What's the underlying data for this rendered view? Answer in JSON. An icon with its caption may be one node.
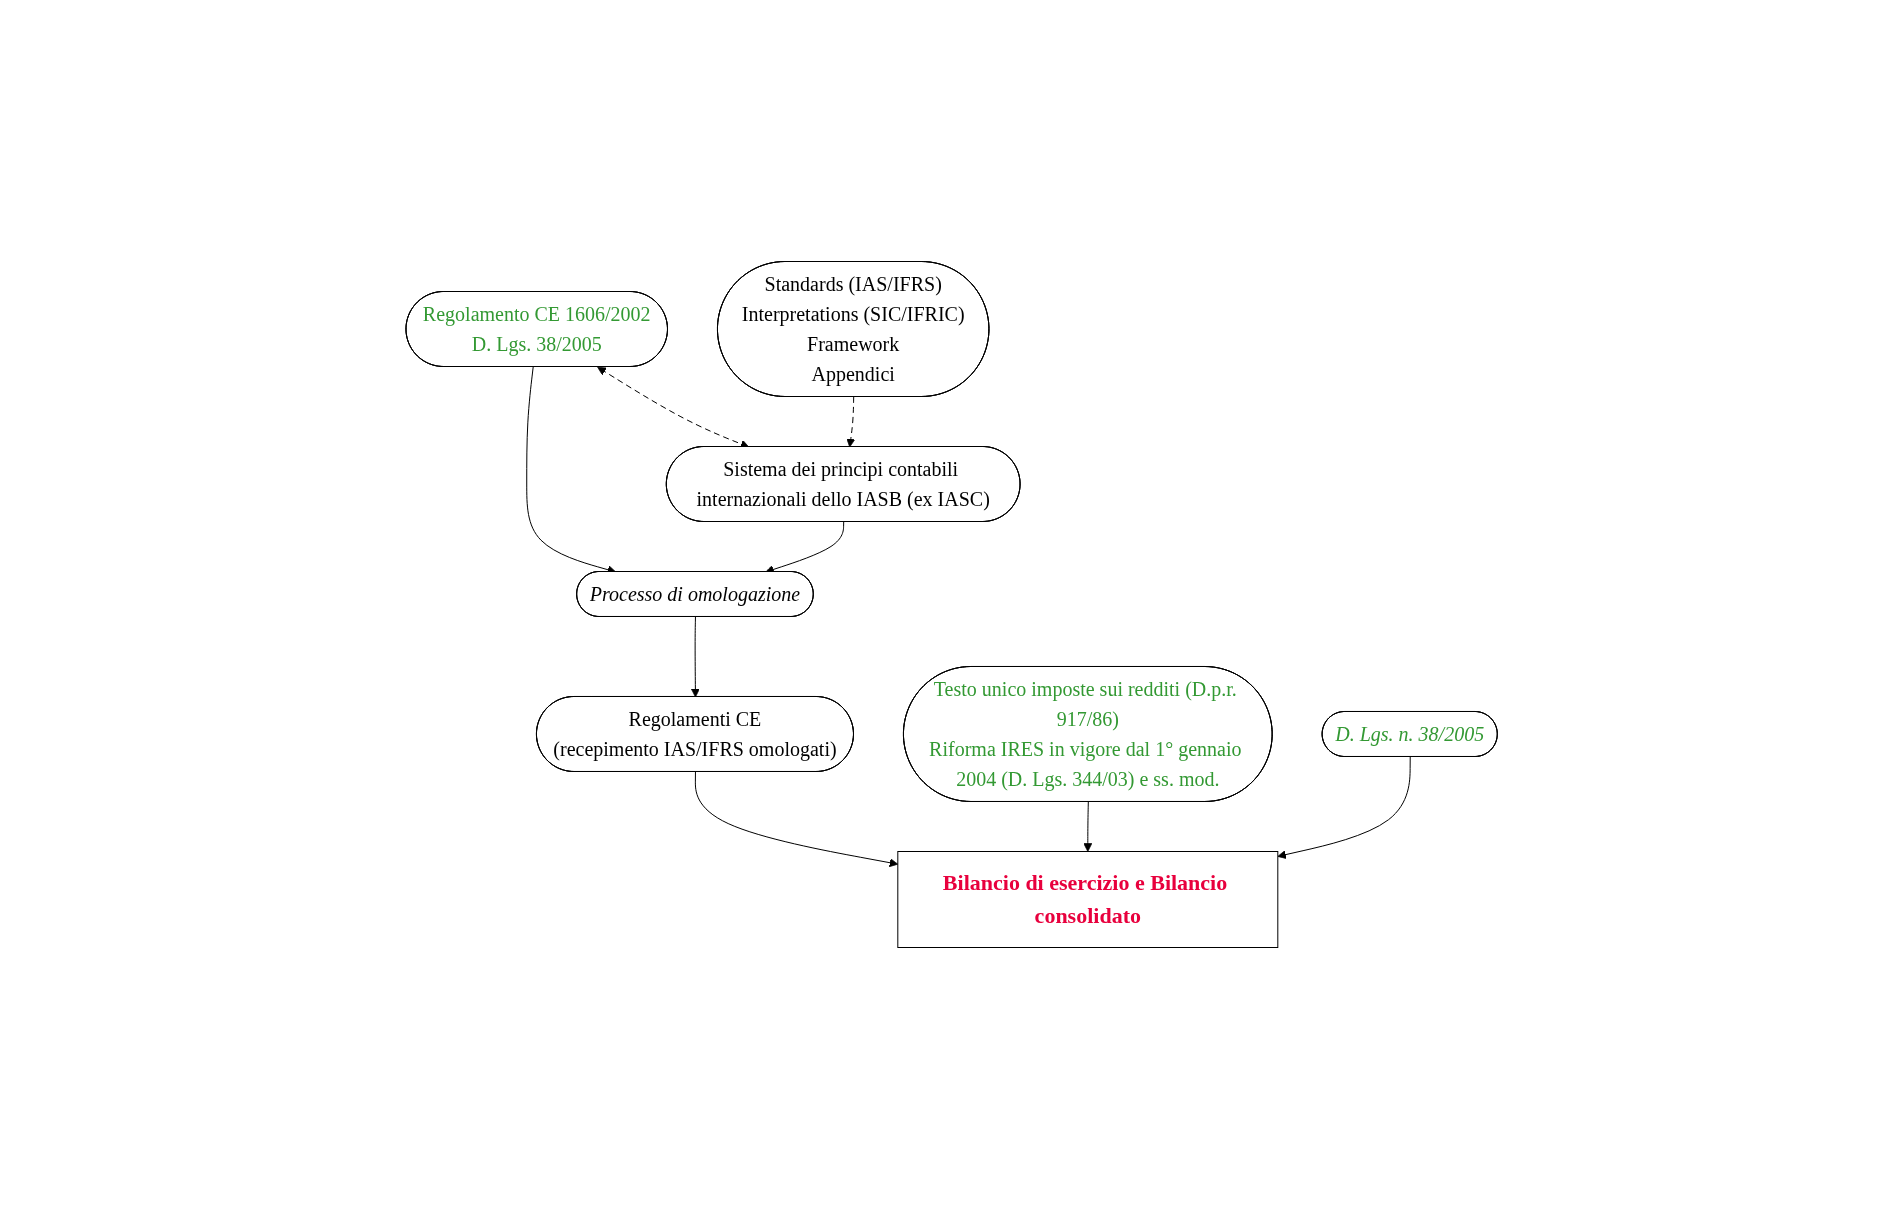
{
  "diagram": {
    "nodes": [
      {
        "text": [
          "Regolamento CE 1606/2002",
          "D. Lgs. 38/2005"
        ]
      },
      {
        "text": [
          "Sistema dei principi contabili internazionali dello IASB (ex IASC)"
        ]
      },
      {
        "text": [
          "Processo di omologazione"
        ]
      },
      {
        "text": [
          "Regolamenti CE",
          "(recepimento IAS/IFRS omologati)"
        ]
      },
      {
        "text": [
          "Standards (IAS/IFRS)",
          "Interpretations (SIC/IFRIC)",
          "Framework",
          "Appendici"
        ]
      },
      {
        "text": [
          "Bilancio di esercizio e Bilancio consolidato"
        ]
      },
      {
        "text": [
          "Testo unico imposte sui redditi (D.p.r. 917/86)",
          "Riforma IRES in vigore dal 1° gennaio 2004 (D. Lgs. 344/03) e ss. mod."
        ]
      },
      {
        "text": [
          "D. Lgs. n. 38/2005"
        ]
      }
    ],
    "edges": [
      {
        "from": 0,
        "to": 1,
        "arrow": "both",
        "style": "dashed"
      },
      {
        "from": 0,
        "to": 2,
        "arrow": "to"
      },
      {
        "from": 1,
        "to": 2,
        "arrow": "to"
      },
      {
        "from": 2,
        "to": 3,
        "arrow": "to"
      },
      {
        "from": 3,
        "to": 5,
        "arrow": "to"
      },
      {
        "from": 4,
        "to": 1,
        "arrow": "to",
        "style": "dashed"
      },
      {
        "from": 6,
        "to": 5,
        "arrow": "to"
      },
      {
        "from": 7,
        "to": 5,
        "arrow": "to"
      }
    ]
  }
}
